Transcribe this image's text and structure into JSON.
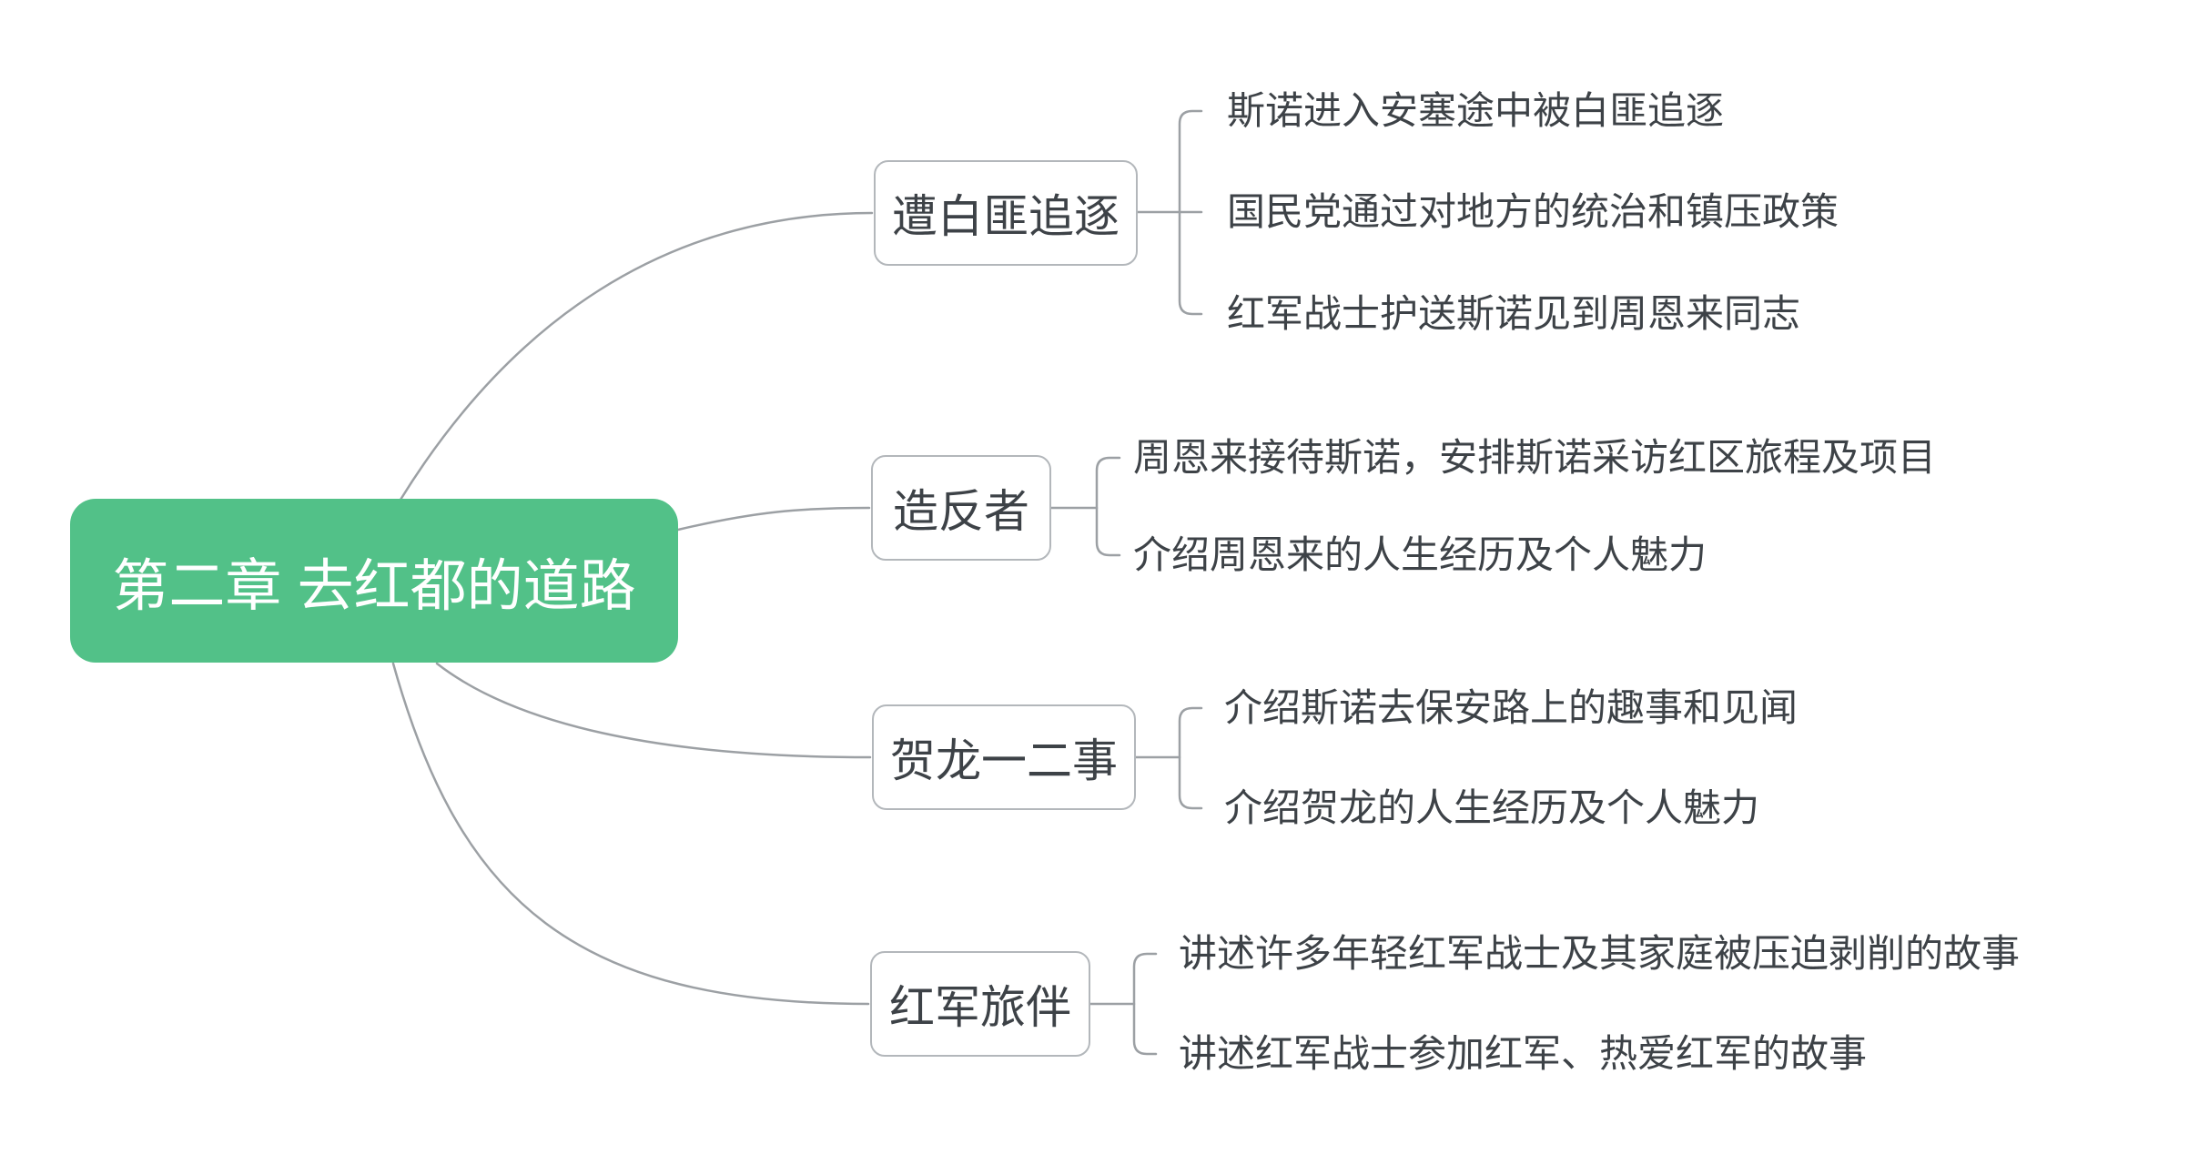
{
  "root": {
    "label": "第二章 去红都的道路"
  },
  "branches": [
    {
      "label": "遭白匪追逐",
      "leaves": [
        "斯诺进入安塞途中被白匪追逐",
        "国民党通过对地方的统治和镇压政策",
        "红军战士护送斯诺见到周恩来同志"
      ]
    },
    {
      "label": "造反者",
      "leaves": [
        "周恩来接待斯诺，安排斯诺采访红区旅程及项目",
        "介绍周恩来的人生经历及个人魅力"
      ]
    },
    {
      "label": "贺龙一二事",
      "leaves": [
        "介绍斯诺去保安路上的趣事和见闻",
        "介绍贺龙的人生经历及个人魅力"
      ]
    },
    {
      "label": "红军旅伴",
      "leaves": [
        "讲述许多年轻红军战士及其家庭被压迫剥削的故事",
        "讲述红军战士参加红军、热爱红军的故事"
      ]
    }
  ],
  "colors": {
    "background": "#FFFFFF",
    "root_fill": "#52C188",
    "root_text": "#FFFFFF",
    "node_border": "#B3B7BB",
    "node_text": "#3D4247",
    "connector": "#9CA0A4"
  }
}
